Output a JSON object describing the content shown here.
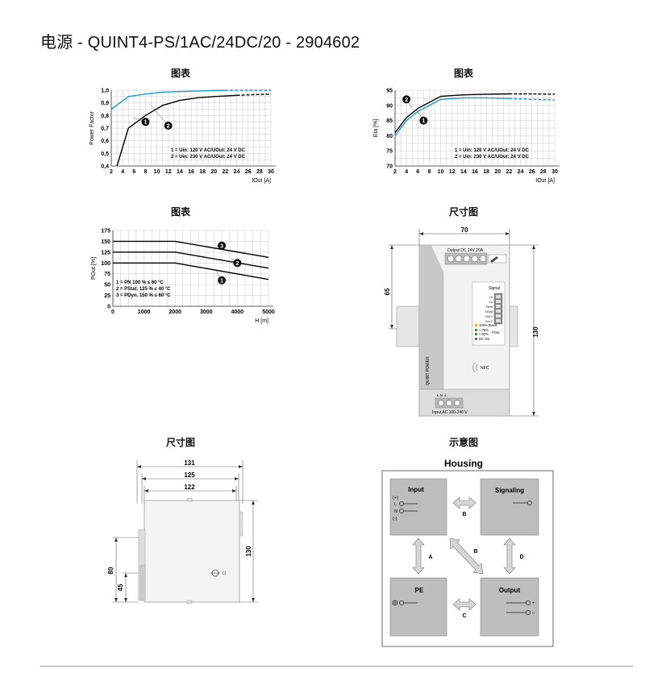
{
  "page": {
    "title": "电源 - QUINT4-PS/1AC/24DC/20 - 2904602"
  },
  "captions": {
    "chart1": "图表",
    "chart2": "图表",
    "chart3": "图表",
    "dim1": "尺寸图",
    "dim2": "尺寸图",
    "schematic": "示意图"
  },
  "chart_data": [
    {
      "type": "line",
      "xlabel": "IOut [A]",
      "ylabel": "Power Factor",
      "x_ticks": [
        "2",
        "4",
        "6",
        "8",
        "10",
        "12",
        "14",
        "16",
        "18",
        "20",
        "22",
        "24",
        "26",
        "28",
        "30"
      ],
      "y_ticks": [
        "0,4",
        "0,5",
        "0,6",
        "0,7",
        "0,8",
        "0,9",
        "1,0"
      ],
      "xlim": [
        2,
        30
      ],
      "ylim": [
        0.4,
        1.0
      ],
      "legend": [
        "1 = Uin: 120 V AC/UOut: 24 V DC",
        "2 = Uin: 230 V AC/UOut: 24 V DC"
      ],
      "series": [
        {
          "name": "1",
          "color": "#000000",
          "x": [
            3,
            5,
            8,
            11,
            14,
            17,
            20,
            24,
            27,
            30
          ],
          "y": [
            0.4,
            0.7,
            0.8,
            0.88,
            0.92,
            0.94,
            0.95,
            0.96,
            0.965,
            0.97
          ]
        },
        {
          "name": "2",
          "color": "#1a9ad6",
          "x": [
            2,
            5,
            8,
            11,
            14,
            18,
            22,
            26,
            30
          ],
          "y": [
            0.85,
            0.95,
            0.97,
            0.985,
            0.99,
            0.995,
            1.0,
            1.0,
            1.0
          ]
        }
      ]
    },
    {
      "type": "line",
      "xlabel": "IOut [A]",
      "ylabel": "Eta [%]",
      "x_ticks": [
        "2",
        "4",
        "6",
        "8",
        "10",
        "12",
        "14",
        "16",
        "18",
        "20",
        "22",
        "24",
        "26",
        "28",
        "30"
      ],
      "y_ticks": [
        "70",
        "75",
        "80",
        "85",
        "90",
        "95"
      ],
      "xlim": [
        2,
        30
      ],
      "ylim": [
        70,
        95
      ],
      "legend": [
        "1 = Uin: 120 V AC/UOut: 24 V DC",
        "2 = Uin: 230 V AC/UOut: 24 V DC"
      ],
      "series": [
        {
          "name": "1",
          "color": "#1a9ad6",
          "x": [
            2,
            4,
            6,
            8,
            10,
            14,
            18,
            22,
            26,
            30
          ],
          "y": [
            80,
            85,
            88,
            90,
            92,
            92.5,
            92.5,
            92.3,
            92,
            91.8
          ]
        },
        {
          "name": "2",
          "color": "#000000",
          "x": [
            2,
            4,
            6,
            8,
            10,
            14,
            18,
            22,
            26,
            30
          ],
          "y": [
            81,
            86,
            89,
            91,
            93,
            93.5,
            93.7,
            93.8,
            93.8,
            93.7
          ]
        }
      ]
    },
    {
      "type": "line",
      "xlabel": "H [m]",
      "ylabel": "POut [%]",
      "x_ticks": [
        "0",
        "1000",
        "2000",
        "3000",
        "4000",
        "5000"
      ],
      "y_ticks": [
        "0",
        "25",
        "50",
        "75",
        "100",
        "125",
        "150",
        "175"
      ],
      "xlim": [
        0,
        5000
      ],
      "ylim": [
        0,
        175
      ],
      "legend": [
        "1 = PN    100 % ≤ 60 °C",
        "2 = PStat. 125 % ≤ 40 °C",
        "3 = PDyn. 150 % ≤ 60 °C"
      ],
      "series": [
        {
          "name": "1",
          "color": "#000000",
          "x": [
            0,
            2000,
            5000
          ],
          "y": [
            100,
            100,
            62
          ]
        },
        {
          "name": "2",
          "color": "#000000",
          "x": [
            0,
            2000,
            5000
          ],
          "y": [
            125,
            125,
            88
          ]
        },
        {
          "name": "3",
          "color": "#000000",
          "x": [
            0,
            2000,
            5000
          ],
          "y": [
            150,
            150,
            113
          ]
        }
      ]
    }
  ],
  "dim_front": {
    "width": "70",
    "height": "130",
    "left_height": "65",
    "output_label": "Output DC 24V 20A",
    "signal_label": "Signal",
    "side_text": "QUINT POWER",
    "nfc": "NFC",
    "input_label": "Input AC 100-240 V",
    "term_labels": "L  N  ⏚",
    "rows": [
      "13",
      "14",
      "Rem",
      "SGnd",
      "Out 1",
      "Out 2"
    ],
    "led_boost": "100% Boost",
    "led_75": "> 75%",
    "led_50": "> 50%",
    "led_dc": "DC OK",
    "pout": "POut"
  },
  "dim_side": {
    "d131": "131",
    "d125": "125",
    "d122": "122",
    "h130": "130",
    "h80": "80",
    "h45": "45"
  },
  "housing": {
    "title": "Housing",
    "input": "Input",
    "input_plus": "(+)",
    "input_l": "L",
    "input_n": "N",
    "input_minus": "(-)",
    "signaling": "Signaling",
    "pe": "PE",
    "output": "Output",
    "out_plus": "+",
    "out_minus": "–",
    "a": "A",
    "b1": "B",
    "b2": "B",
    "c": "C",
    "d": "D"
  }
}
